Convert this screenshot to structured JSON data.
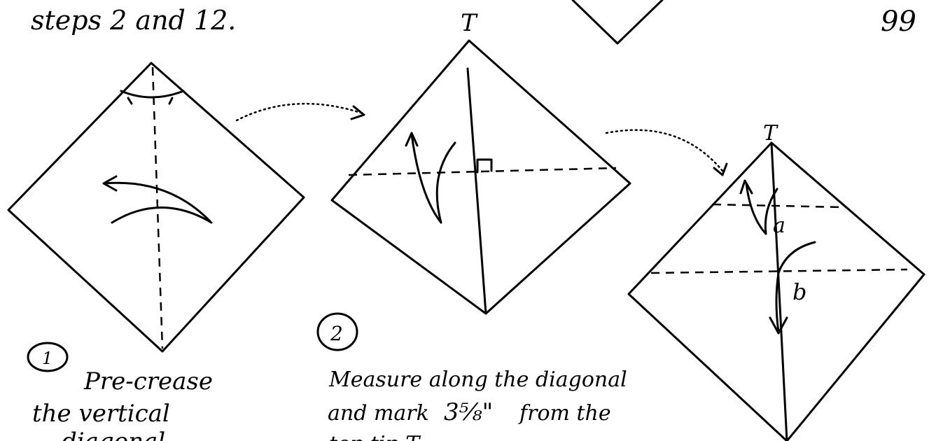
{
  "page_number": "99",
  "intro_fragment": "steps 2 and 12.",
  "top_label": "T",
  "steps": [
    {
      "number": "1",
      "lines": [
        "Pre-crease",
        "the vertical",
        "diagonal"
      ]
    },
    {
      "number": "2",
      "lines": [
        "Measure along the diagonal",
        "and mark",
        "3⅝\"",
        "from the",
        "top tip T."
      ]
    }
  ],
  "fold_labels": {
    "a": "a",
    "b": "b"
  }
}
